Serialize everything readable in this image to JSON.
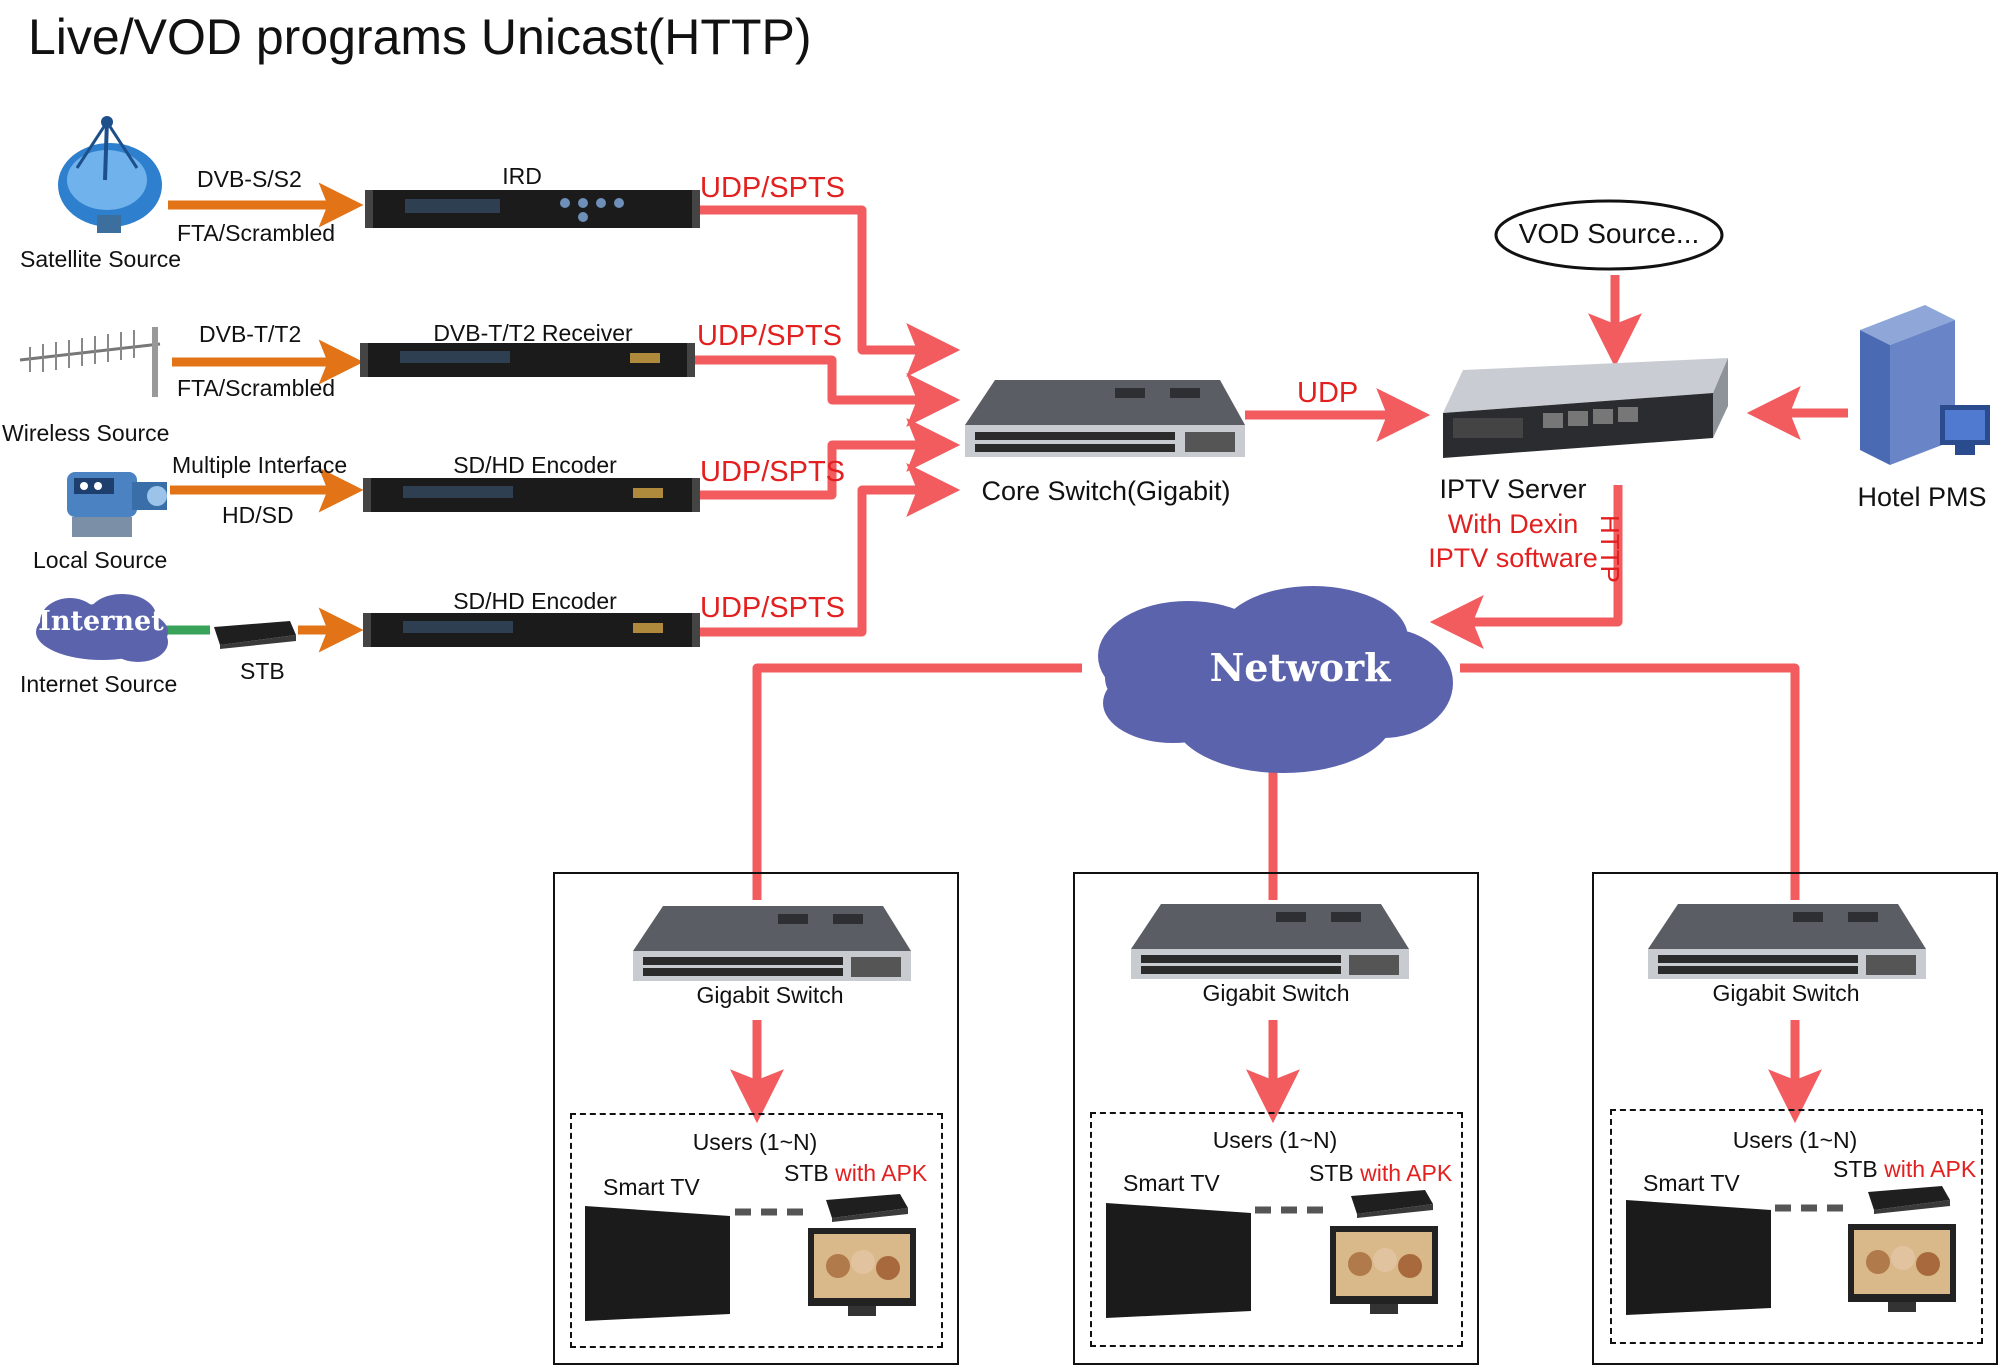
{
  "title": "Live/VOD programs Unicast(HTTP)",
  "sources": [
    {
      "name": "Satellite Source",
      "top_label": "DVB-S/S2",
      "bottom_label": "FTA/Scrambled",
      "device": "IRD",
      "output": "UDP/SPTS"
    },
    {
      "name": "Wireless Source",
      "top_label": "DVB-T/T2",
      "bottom_label": "FTA/Scrambled",
      "device": "DVB-T/T2 Receiver",
      "output": "UDP/SPTS"
    },
    {
      "name": "Local Source",
      "top_label": "Multiple Interface",
      "bottom_label": "HD/SD",
      "device": "SD/HD Encoder",
      "output": "UDP/SPTS"
    },
    {
      "name": "Internet Source",
      "cloud_label": "Internet",
      "stb_label": "STB",
      "device": "SD/HD Encoder",
      "output": "UDP/SPTS"
    }
  ],
  "core_switch": "Core Switch(Gigabit)",
  "udp_label": "UDP",
  "vod_source": "VOD Source...",
  "iptv_server": {
    "name": "IPTV Server",
    "line1": "With Dexin",
    "line2": "IPTV software",
    "http": "HTTP"
  },
  "hotel_pms": "Hotel PMS",
  "network": "Network",
  "branches": [
    {
      "switch": "Gigabit Switch",
      "users": "Users (1~N)",
      "smart_tv": "Smart TV",
      "stb": "STB",
      "apk": "with APK"
    },
    {
      "switch": "Gigabit Switch",
      "users": "Users (1~N)",
      "smart_tv": "Smart TV",
      "stb": "STB",
      "apk": "with APK"
    },
    {
      "switch": "Gigabit Switch",
      "users": "Users (1~N)",
      "smart_tv": "Smart TV",
      "stb": "STB",
      "apk": "with APK"
    }
  ],
  "colors": {
    "wire": "#f25c5f",
    "feed_arrow": "#e27316",
    "cloud": "#5b63ad",
    "label_red": "#e32020",
    "link_green": "#3aa35a"
  },
  "icons": [
    "satellite-dish-icon",
    "antenna-icon",
    "camera-icon",
    "internet-cloud-icon",
    "stb-icon",
    "rack-device-icon",
    "network-switch-icon",
    "server-icon",
    "pc-tower-icon",
    "network-cloud-icon",
    "tv-icon"
  ]
}
